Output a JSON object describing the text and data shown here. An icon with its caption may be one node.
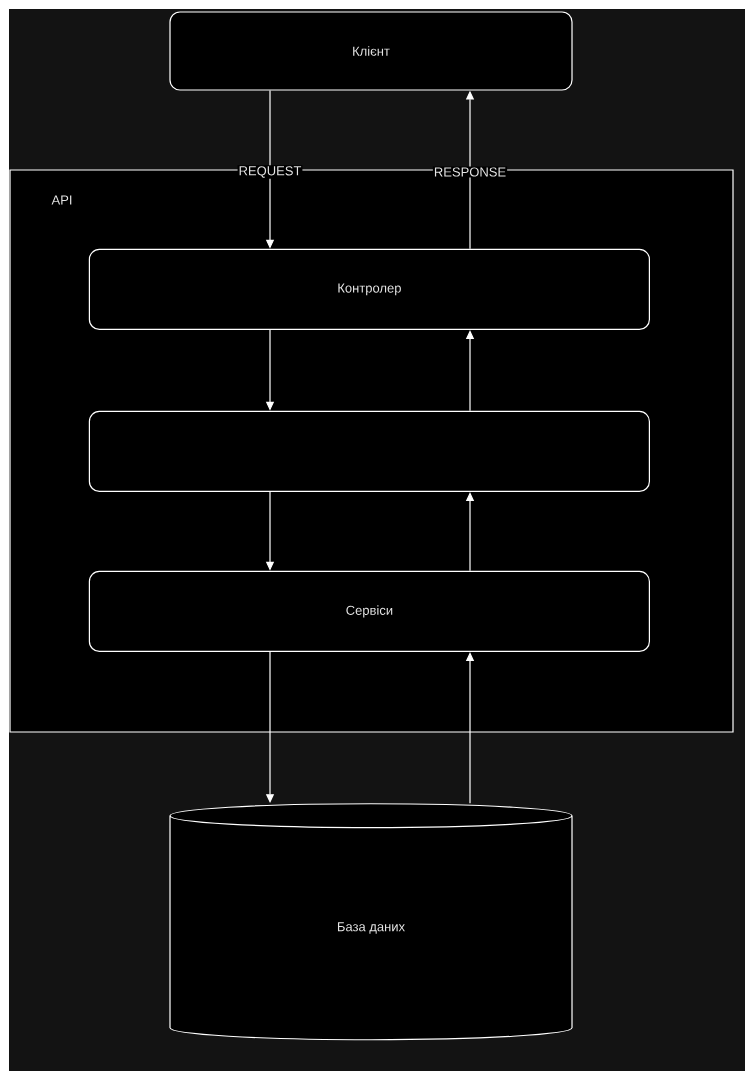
{
  "diagram": {
    "nodes": [
      {
        "text": [
          "Клієнт"
        ]
      },
      {
        "text": [
          "API"
        ]
      },
      {
        "text": [
          "Контролер"
        ],
        "in": 1
      },
      {
        "text": [],
        "shape": "box",
        "in": 1
      },
      {
        "text": [
          "Сервіси"
        ],
        "in": 1
      },
      {
        "text": [
          "База даних"
        ]
      }
    ],
    "edges": [
      {
        "from": 0,
        "to": 2,
        "arrow": "to",
        "label": "REQUEST"
      },
      {
        "from": 2,
        "to": 0,
        "arrow": "to",
        "label": "RESPONSE"
      },
      {
        "from": 2,
        "to": 3,
        "arrow": "to"
      },
      {
        "from": 3,
        "to": 2,
        "arrow": "to"
      },
      {
        "from": 3,
        "to": 4,
        "arrow": "to"
      },
      {
        "from": 4,
        "to": 3,
        "arrow": "to"
      },
      {
        "from": 4,
        "to": 5,
        "arrow": "to"
      },
      {
        "from": 5,
        "to": 4,
        "arrow": "to"
      }
    ]
  }
}
